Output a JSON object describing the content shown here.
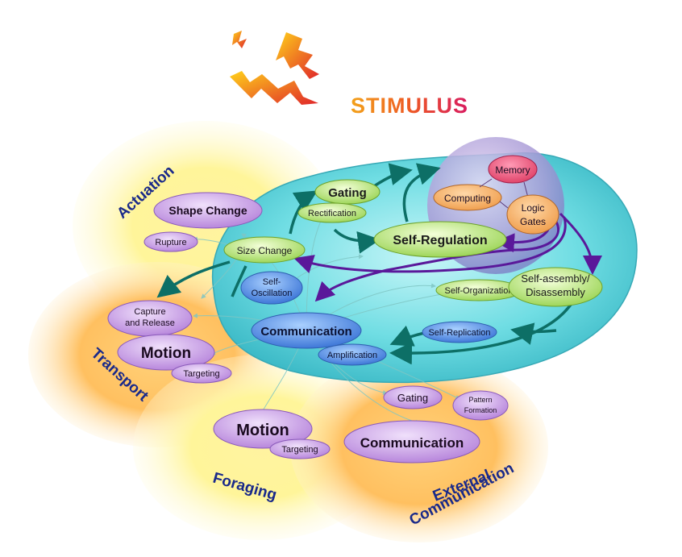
{
  "title": "STIMULUS",
  "regions": {
    "actuation": "Actuation",
    "transport": "Transport",
    "foraging": "Foraging",
    "external_comm_1": "External",
    "external_comm_2": "Communication"
  },
  "nodes": {
    "memory": "Memory",
    "computing": "Computing",
    "logic_gates_1": "Logic",
    "logic_gates_2": "Gates",
    "gating_top": "Gating",
    "rectification": "Rectification",
    "self_regulation": "Self-Regulation",
    "size_change": "Size Change",
    "shape_change": "Shape Change",
    "rupture": "Rupture",
    "self_oscillation_1": "Self-",
    "self_oscillation_2": "Oscillation",
    "self_organization": "Self-Organization",
    "self_assembly_1": "Self-assembly/",
    "self_assembly_2": "Disassembly",
    "communication_main": "Communication",
    "self_replication": "Self-Replication",
    "amplification": "Amplification",
    "capture_release_1": "Capture",
    "capture_release_2": "and Release",
    "motion_transport": "Motion",
    "targeting_transport": "Targeting",
    "gating_bottom": "Gating",
    "pattern_formation_1": "Pattern",
    "pattern_formation_2": "Formation",
    "motion_foraging": "Motion",
    "targeting_foraging": "Targeting",
    "communication_external": "Communication"
  },
  "colors": {
    "cyan_body": "#5fd8de",
    "purple_node": "#c9a0e6",
    "green_node": "#b8e878",
    "blue_node": "#4f8fe6",
    "arrow_teal": "#0d6f66",
    "arrow_purple": "#5a189a",
    "region_label": "#1a2a8a"
  }
}
